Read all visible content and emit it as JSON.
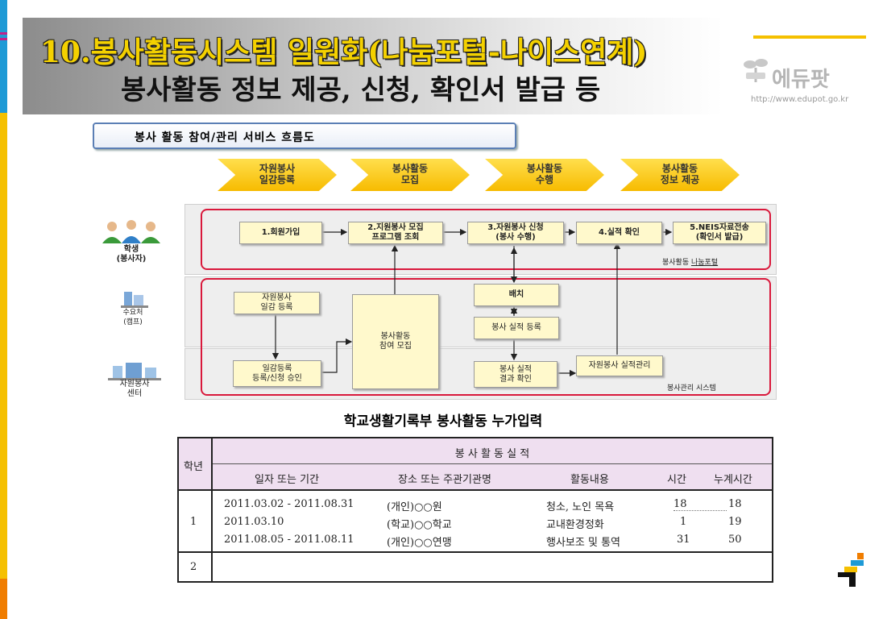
{
  "header": {
    "title_line1": "10.봉사활동시스템 일원화(나눔포털-나이스연계)",
    "title_line2": "봉사활동 정보 제공, 신청, 확인서 발급 등",
    "logo_text": "에듀팟",
    "logo_url": "http://www.edupot.go.kr"
  },
  "flow": {
    "title": "봉사 활동 참여/관리 서비스 흐름도",
    "stages": [
      "자원봉사\n일감등록",
      "봉사활동\n모집",
      "봉사활동\n수행",
      "봉사활동\n정보 제공"
    ],
    "actors": {
      "student": "학생\n(봉사자)",
      "demand": "수요처\n(캠프)",
      "center": "자원봉사\n센터"
    },
    "lane_labels": {
      "portal_prefix": "봉사활동 ",
      "portal_name": "나눔포털",
      "management": "봉사관리 시스템"
    },
    "steps": {
      "s1": "1.회원가입",
      "s2": "2.지원봉사 모집\n프로그램 조회",
      "s3": "3.자원봉사 신청\n(봉사 수행)",
      "s4": "4.실적 확인",
      "s5": "5.NEIS자료전송\n(확인서 발급)"
    },
    "boxes": {
      "demand_register": "자원봉사\n일감 등록",
      "recruit": "봉사활동\n참여 모집",
      "assign": "배치",
      "record": "봉사 실적 등록",
      "approve": "일감등록\n등록/신청 승인",
      "confirm": "봉사 실적\n결과 확인",
      "manage": "자원봉사 실적관리"
    }
  },
  "record_table": {
    "title": "학교생활기록부 봉사활동 누가입력",
    "grade_header": "학년",
    "group_header": "봉 사 활 동 실 적",
    "columns": [
      "일자 또는 기간",
      "장소 또는 주관기관명",
      "활동내용",
      "시간",
      "누계시간"
    ],
    "grade1": "1",
    "grade2": "2",
    "rows": [
      {
        "period": "2011.03.02 - 2011.08.31",
        "place": "(개인)○○원",
        "activity": "청소, 노인 목욕",
        "hours": "18",
        "total": "18"
      },
      {
        "period": "2011.03.10",
        "place": "(학교)○○학교",
        "activity": "교내환경정화",
        "hours": "1",
        "total": "19"
      },
      {
        "period": "2011.08.05 - 2011.08.11",
        "place": "(개인)○○연맹",
        "activity": "행사보조 및 통역",
        "hours": "31",
        "total": "50"
      }
    ]
  },
  "colors": {
    "accent_yellow": "#f5c000",
    "accent_blue": "#1e9ad6",
    "lane_border": "#d9183b",
    "table_header_bg": "#efdff0"
  }
}
